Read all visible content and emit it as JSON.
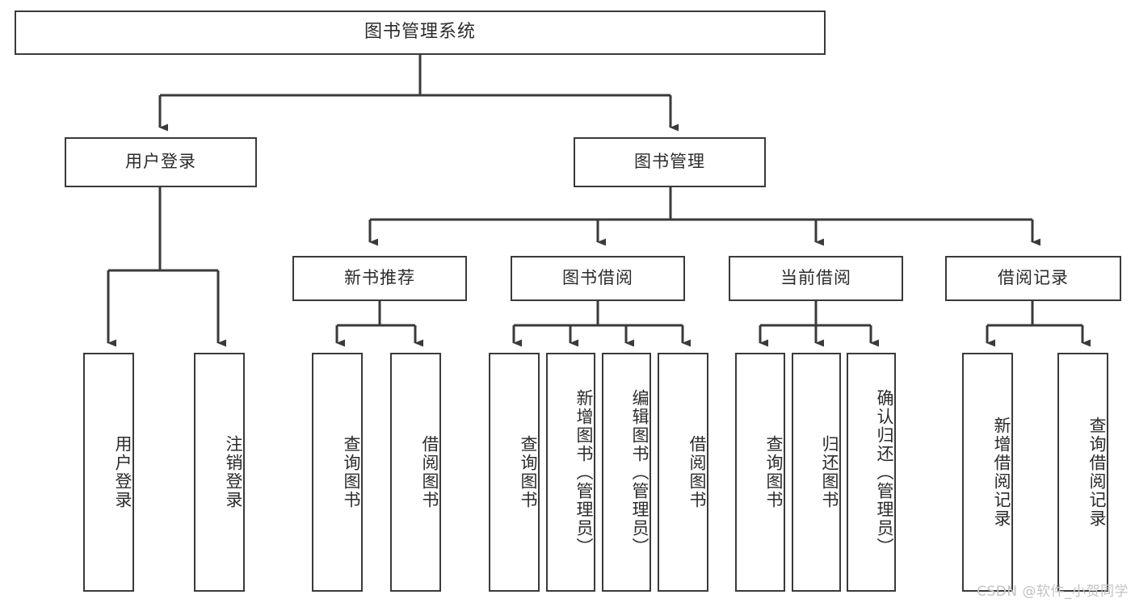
{
  "diagram": {
    "title": "图书管理系统",
    "type": "hierarchy-tree",
    "watermark": "CSDN @软件_小贺同学",
    "colors": {
      "background": "#ffffff",
      "box_border": "#3a3a3a",
      "box_fill": "#ffffff",
      "connector": "#3a3a3a",
      "text": "#2b2b2b",
      "watermark": "#c3c3c3"
    },
    "levels": {
      "level1": [
        {
          "id": "root",
          "label": "图书管理系统"
        }
      ],
      "level2": [
        {
          "id": "user-login",
          "label": "用户登录",
          "parent": "root"
        },
        {
          "id": "book-manage",
          "label": "图书管理",
          "parent": "root"
        }
      ],
      "level3": [
        {
          "id": "new-book-rec",
          "label": "新书推荐",
          "parent": "book-manage"
        },
        {
          "id": "book-borrow",
          "label": "图书借阅",
          "parent": "book-manage"
        },
        {
          "id": "current-borrow",
          "label": "当前借阅",
          "parent": "book-manage"
        },
        {
          "id": "borrow-record",
          "label": "借阅记录",
          "parent": "book-manage"
        }
      ],
      "leaves": [
        {
          "id": "leaf-user-login",
          "label": "用户登录",
          "parent": "user-login"
        },
        {
          "id": "leaf-logout",
          "label": "注销登录",
          "parent": "user-login"
        },
        {
          "id": "leaf-query-book-1",
          "label": "查询图书",
          "parent": "new-book-rec"
        },
        {
          "id": "leaf-borrow-book-1",
          "label": "借阅图书",
          "parent": "new-book-rec"
        },
        {
          "id": "leaf-query-book-2",
          "label": "查询图书",
          "parent": "book-borrow"
        },
        {
          "id": "leaf-add-book",
          "label": "新增图书（管理员）",
          "parent": "book-borrow"
        },
        {
          "id": "leaf-edit-book",
          "label": "编辑图书（管理员）",
          "parent": "book-borrow"
        },
        {
          "id": "leaf-borrow-book-2",
          "label": "借阅图书",
          "parent": "book-borrow"
        },
        {
          "id": "leaf-query-book-3",
          "label": "查询图书",
          "parent": "current-borrow"
        },
        {
          "id": "leaf-return-book",
          "label": "归还图书",
          "parent": "current-borrow"
        },
        {
          "id": "leaf-confirm-return",
          "label": "确认归还（管理员）",
          "parent": "current-borrow"
        },
        {
          "id": "leaf-add-record",
          "label": "新增借阅记录",
          "parent": "borrow-record"
        },
        {
          "id": "leaf-query-record",
          "label": "查询借阅记录",
          "parent": "borrow-record"
        }
      ]
    }
  }
}
